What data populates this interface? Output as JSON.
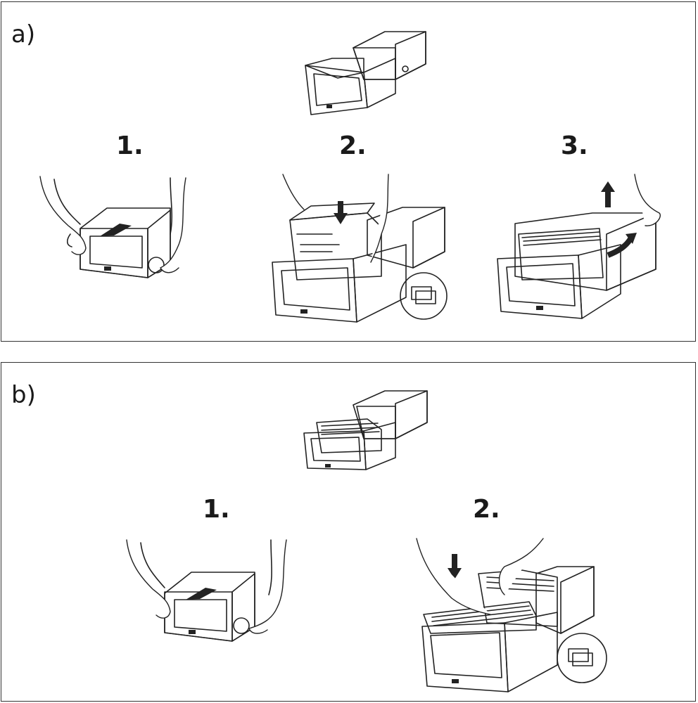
{
  "panel_a": {
    "label": "a)",
    "steps": [
      "1.",
      "2.",
      "3."
    ]
  },
  "panel_b": {
    "label": "b)",
    "steps": [
      "1.",
      "2."
    ]
  },
  "colors": {
    "body_light": "#d4d4d4",
    "body_mid": "#b5b5b5",
    "front_dark": "#7d7d7d",
    "interior_dark": "#4a4a4a",
    "paper": "#f4f4f4",
    "outline": "#222222"
  }
}
